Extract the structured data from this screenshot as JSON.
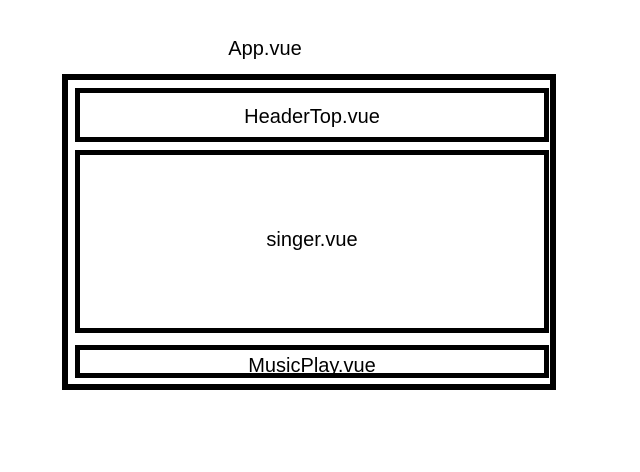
{
  "diagram": {
    "type": "component-hierarchy",
    "root": {
      "label": "App.vue"
    },
    "children": [
      {
        "label": "HeaderTop.vue",
        "role": "header-region"
      },
      {
        "label": "singer.vue",
        "role": "main-content-region"
      },
      {
        "label": "MusicPlay.vue",
        "role": "footer-player-region"
      }
    ],
    "colors": {
      "background": "#ffffff",
      "border": "#000000",
      "text": "#000000"
    }
  }
}
